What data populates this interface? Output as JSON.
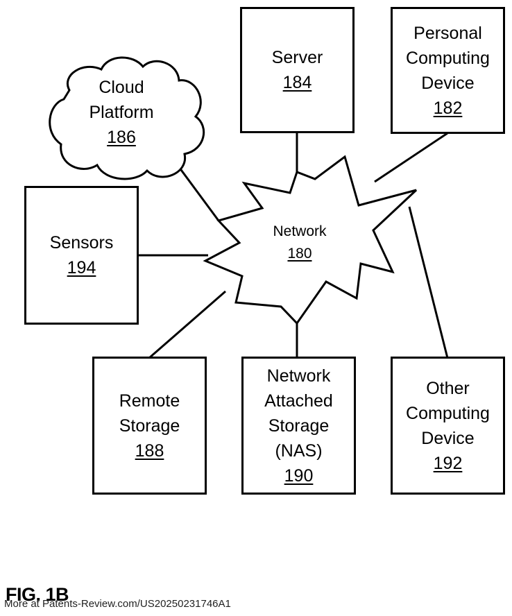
{
  "nodes": {
    "server": {
      "line1": "Server",
      "ref": "184"
    },
    "personal": {
      "line1": "Personal",
      "line2": "Computing",
      "line3": "Device",
      "ref": "182"
    },
    "cloud": {
      "line1": "Cloud",
      "line2": "Platform",
      "ref": "186"
    },
    "sensors": {
      "line1": "Sensors",
      "ref": "194"
    },
    "network": {
      "line1": "Network",
      "ref": "180"
    },
    "remote": {
      "line1": "Remote",
      "line2": "Storage",
      "ref": "188"
    },
    "nas": {
      "line1": "Network",
      "line2": "Attached",
      "line3": "Storage",
      "line4": "(NAS)",
      "ref": "190"
    },
    "other": {
      "line1": "Other",
      "line2": "Computing",
      "line3": "Device",
      "ref": "192"
    }
  },
  "figure_label": "FIG. 1B",
  "footer_text": "More at Patents-Review.com/US20250231746A1"
}
